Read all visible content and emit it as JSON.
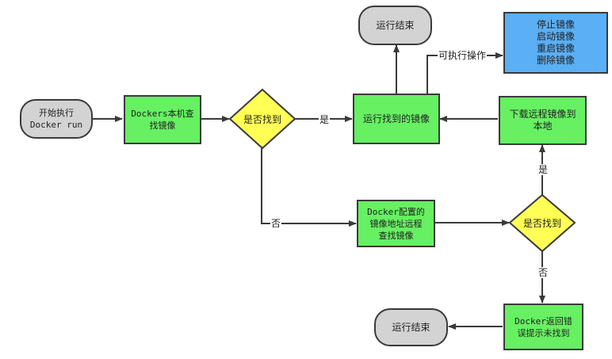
{
  "nodes": {
    "start": "开始执行\nDocker run",
    "local_search": "Dockers本机查\n找镜像",
    "decision_local": "是否找到",
    "run_image": "运行找到的镜像",
    "end_top": "运行结束",
    "operations": "停止镜像\n启动镜像\n重启镜像\n删除镜像",
    "download": "下载远程镜像到\n本地",
    "remote_search": "Docker配置的\n镜像地址远程\n查找镜像",
    "decision_remote": "是否找到",
    "error": "Docker返回错\n误提示未找到",
    "end_bottom": "运行结束"
  },
  "edges": {
    "executable_ops": "可执行操作",
    "yes_local": "是",
    "no_local": "否",
    "yes_remote": "是",
    "no_remote": "否"
  },
  "colors": {
    "process": "#66f062",
    "decision": "#ffff55",
    "operations": "#5aaff5",
    "terminal": "#d3d3d3",
    "line": "#3a3a3a"
  }
}
